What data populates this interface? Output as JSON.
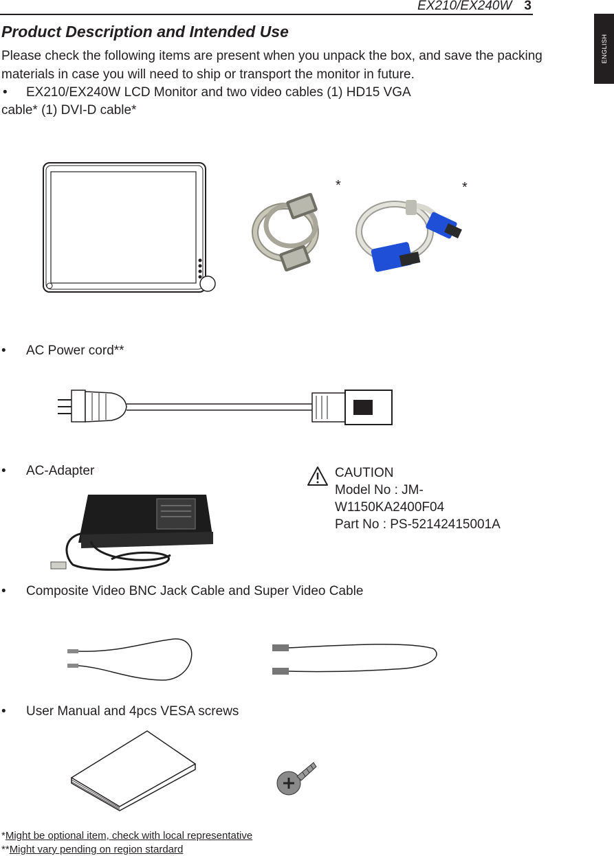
{
  "header": {
    "model": "EX210/EX240W",
    "page_number": "3"
  },
  "language_tab": "ENGLISH",
  "title": "Product Description and Intended Use",
  "intro": "Please check the following items are present when you unpack the box, and save the packing materials in case you will need to ship or transport the monitor in future.",
  "items": [
    {
      "bullet": "•",
      "line1": "EX210/EX240W LCD Monitor and two video cables (1) HD15 VGA",
      "line2": "cable* (1) DVI-D cable*"
    },
    {
      "bullet": "•",
      "line1": "AC Power cord**"
    },
    {
      "bullet": "•",
      "line1": "AC-Adapter"
    },
    {
      "bullet": "•",
      "line1": "Composite Video BNC Jack Cable and Super Video Cable"
    },
    {
      "bullet": "•",
      "line1": "User Manual and 4pcs VESA screws"
    }
  ],
  "asterisk_marks": [
    "*",
    "*"
  ],
  "caution": {
    "heading": "CAUTION",
    "model_line1": "Model No : JM-",
    "model_line2": "W1150KA2400F04",
    "part": "Part No : PS-52142415001A"
  },
  "footnotes": [
    {
      "prefix": "*",
      "text": "Might be optional item, check with local representative"
    },
    {
      "prefix": "**",
      "text": "Might vary pending on region stardard"
    }
  ]
}
